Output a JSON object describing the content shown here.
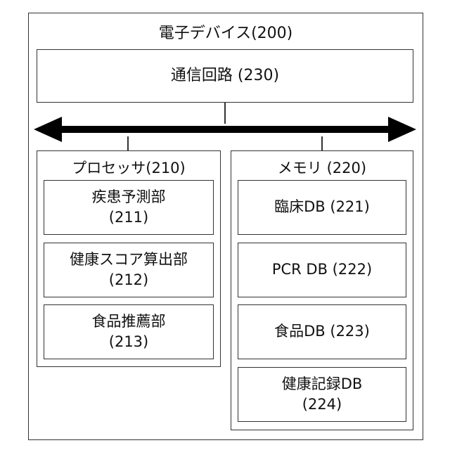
{
  "device": {
    "title": "電子デバイス(200)"
  },
  "communication": {
    "label": "通信回路 (230)"
  },
  "processor": {
    "title": "プロセッサ(210)",
    "units": [
      {
        "name": "疾患予測部",
        "code": "(211)"
      },
      {
        "name": "健康スコア算出部",
        "code": "(212)"
      },
      {
        "name": "食品推薦部",
        "code": "(213)"
      }
    ]
  },
  "memory": {
    "title": "メモリ (220)",
    "dbs": [
      {
        "name": "臨床DB (221)",
        "code": ""
      },
      {
        "name": "PCR DB (222)",
        "code": ""
      },
      {
        "name": "食品DB (223)",
        "code": ""
      },
      {
        "name": "健康記録DB",
        "code": "(224)"
      }
    ]
  }
}
